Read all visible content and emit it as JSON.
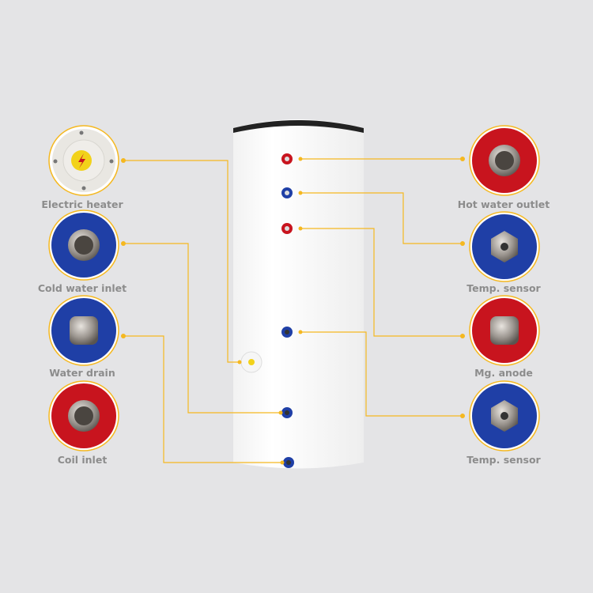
{
  "colors": {
    "background": "#e4e4e6",
    "connector": "#f5b820",
    "label": "#8c8c8c",
    "red_fitting": "#c8141e",
    "blue_fitting": "#1f3fa6",
    "tank": "#ffffff",
    "tank_lid": "#222222"
  },
  "left_components": [
    {
      "label": "Electric heater",
      "type": "heater",
      "icon": "lightning-icon"
    },
    {
      "label": "Cold water inlet",
      "type": "blue-pipe"
    },
    {
      "label": "Water drain",
      "type": "blue-plug"
    },
    {
      "label": "Coil inlet",
      "type": "red-pipe"
    }
  ],
  "right_components": [
    {
      "label": "Hot water outlet",
      "type": "red-pipe"
    },
    {
      "label": "Temp. sensor",
      "type": "blue-sensor"
    },
    {
      "label": "Mg. anode",
      "type": "red-plug"
    },
    {
      "label": "Temp. sensor",
      "type": "blue-sensor"
    }
  ]
}
